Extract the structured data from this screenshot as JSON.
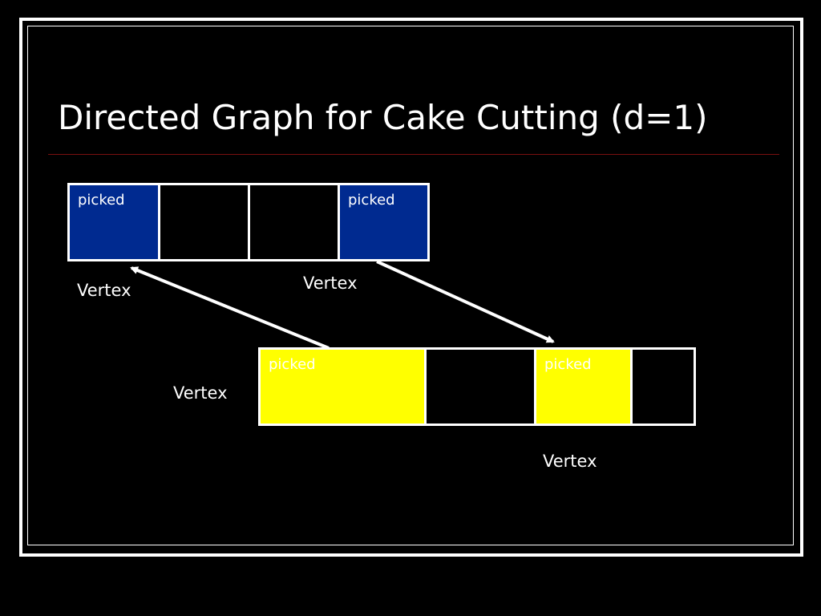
{
  "slide": {
    "title": "Directed Graph for Cake Cutting (d=1)"
  },
  "colors": {
    "blue_cell": "#002a90",
    "yellow_cell": "#ffff00",
    "background": "#000000",
    "rule": "#7a1010"
  },
  "top_strip": {
    "cells": [
      "picked",
      "",
      "",
      "picked"
    ]
  },
  "bottom_strip": {
    "cells": [
      "picked",
      "",
      "picked",
      ""
    ]
  },
  "labels": {
    "vertex_top_left": "Vertex",
    "vertex_top_middle": "Vertex",
    "vertex_bottom_left": "Vertex",
    "vertex_bottom_right": "Vertex"
  }
}
